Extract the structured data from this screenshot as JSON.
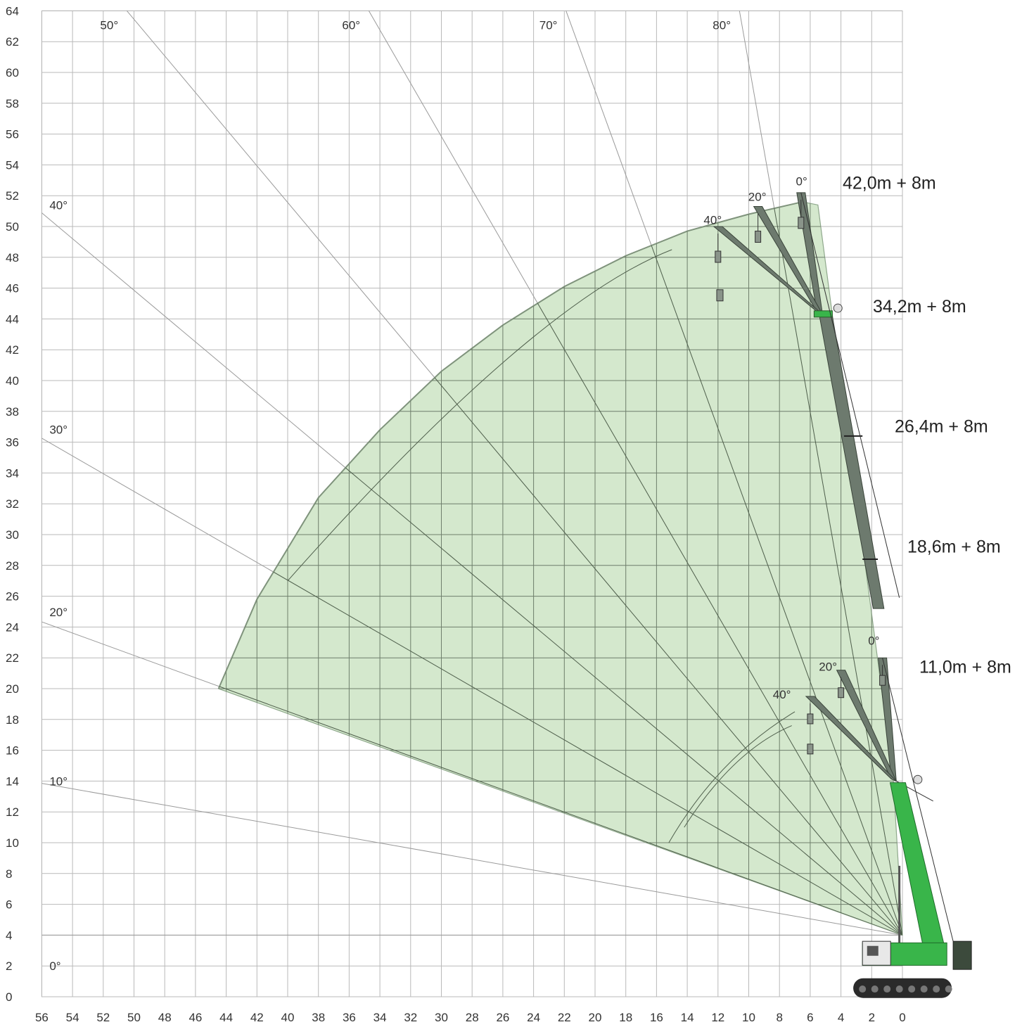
{
  "chart_data": {
    "type": "range_diagram",
    "x_axis": {
      "ticks": [
        56,
        54,
        52,
        50,
        48,
        46,
        44,
        42,
        40,
        38,
        36,
        34,
        32,
        30,
        28,
        26,
        24,
        22,
        20,
        18,
        16,
        14,
        12,
        10,
        8,
        6,
        4,
        2,
        0
      ],
      "range": [
        56,
        0
      ]
    },
    "y_axis": {
      "ticks": [
        0,
        2,
        4,
        6,
        8,
        10,
        12,
        14,
        16,
        18,
        20,
        22,
        24,
        26,
        28,
        30,
        32,
        34,
        36,
        38,
        40,
        42,
        44,
        46,
        48,
        50,
        52,
        54,
        56,
        58,
        60,
        62,
        64
      ],
      "range": [
        0,
        64
      ]
    },
    "grid": true,
    "boom_pivot": {
      "x": 0,
      "y": 4
    },
    "main_boom_angles": [
      {
        "label": "0°",
        "angle": 0
      },
      {
        "label": "10°",
        "angle": 10
      },
      {
        "label": "20°",
        "angle": 20
      },
      {
        "label": "30°",
        "angle": 30
      },
      {
        "label": "40°",
        "angle": 40
      },
      {
        "label": "50°",
        "angle": 50
      },
      {
        "label": "60°",
        "angle": 60
      },
      {
        "label": "70°",
        "angle": 70
      },
      {
        "label": "80°",
        "angle": 80
      }
    ],
    "working_range": {
      "color": "#cfe6c8",
      "outline": [
        [
          44.5,
          20
        ],
        [
          42,
          25.8
        ],
        [
          38,
          32.4
        ],
        [
          34,
          36.8
        ],
        [
          30,
          40.6
        ],
        [
          26,
          43.6
        ],
        [
          22,
          46.1
        ],
        [
          18,
          48.1
        ],
        [
          14,
          49.7
        ],
        [
          10,
          50.8
        ],
        [
          6.5,
          51.6
        ],
        [
          5.5,
          51.4
        ],
        [
          0.6,
          14.2
        ],
        [
          0,
          4
        ]
      ]
    },
    "jib_offset_angles": [
      {
        "label": "0°",
        "boom": "42,0m + 8m",
        "x": 6.2,
        "y": 52.3
      },
      {
        "label": "20°",
        "boom": "42,0m + 8m",
        "x": 9.3,
        "y": 51.3
      },
      {
        "label": "40°",
        "boom": "42,0m + 8m",
        "x": 12.2,
        "y": 49.8
      },
      {
        "label": "0°",
        "boom": "11,0m + 8m",
        "x": 1.5,
        "y": 22.5
      },
      {
        "label": "20°",
        "boom": "11,0m + 8m",
        "x": 4.7,
        "y": 20.8
      },
      {
        "label": "40°",
        "boom": "11,0m + 8m",
        "x": 7.7,
        "y": 19.0
      }
    ],
    "boom_configurations": [
      {
        "label": "42,0m + 8m",
        "y": 52.8
      },
      {
        "label": "34,2m + 8m",
        "y": 44.8
      },
      {
        "label": "26,4m + 8m",
        "y": 37.0
      },
      {
        "label": "18,6m + 8m",
        "y": 29.2
      },
      {
        "label": "11,0m + 8m",
        "y": 21.4
      }
    ],
    "colors": {
      "machine": "#39b54a",
      "boom": "#6d7a6e",
      "fill": "#cfe6c8"
    }
  }
}
